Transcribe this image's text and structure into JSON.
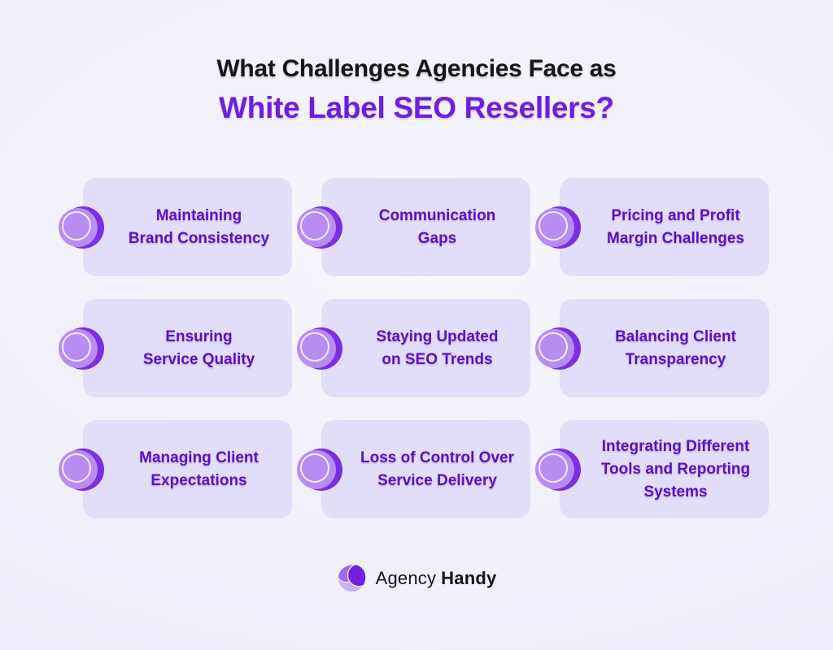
{
  "title": {
    "line1": "What Challenges Agencies Face as",
    "line2": "White Label SEO Resellers?"
  },
  "cards": [
    {
      "lines": [
        "Maintaining",
        "Brand Consistency"
      ]
    },
    {
      "lines": [
        "Communication",
        "Gaps"
      ]
    },
    {
      "lines": [
        "Pricing and Profit",
        "Margin Challenges"
      ]
    },
    {
      "lines": [
        "Ensuring",
        "Service Quality"
      ]
    },
    {
      "lines": [
        "Staying Updated",
        "on SEO Trends"
      ]
    },
    {
      "lines": [
        "Balancing Client",
        "Transparency"
      ]
    },
    {
      "lines": [
        "Managing Client",
        "Expectations"
      ]
    },
    {
      "lines": [
        "Loss of Control Over",
        "Service Delivery"
      ]
    },
    {
      "lines": [
        "Integrating Different",
        "Tools and Reporting",
        "Systems"
      ]
    }
  ],
  "footer": {
    "brand_regular": "Agency",
    "brand_bold": "Handy",
    "logo_icon": "agency-handy-trefoil-icon"
  },
  "colors": {
    "page_background": "#EFEEF9",
    "card_background": "#E2DDF8",
    "card_text": "#5B11C7",
    "title_black": "#161616",
    "title_purple": "#6D1EE0",
    "bullet_dark": "#7B2FE2",
    "bullet_light": "#B98CF2",
    "bullet_ring": "#F8F5FF",
    "logo_dark": "#7222DF",
    "logo_medium": "#9C6BEF",
    "logo_light": "#C8B2F8"
  }
}
